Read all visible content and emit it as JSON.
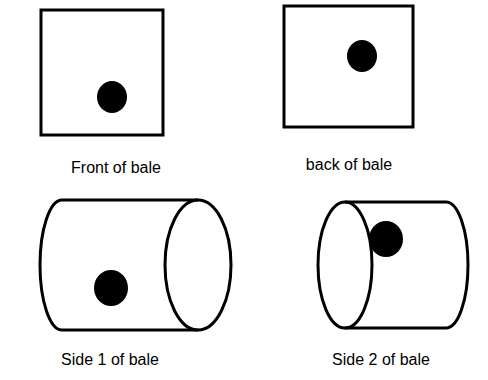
{
  "diagram": {
    "labels": [
      "Front of bale",
      "back of bale",
      "Side 1 of bale",
      "Side 2 of bale"
    ]
  }
}
